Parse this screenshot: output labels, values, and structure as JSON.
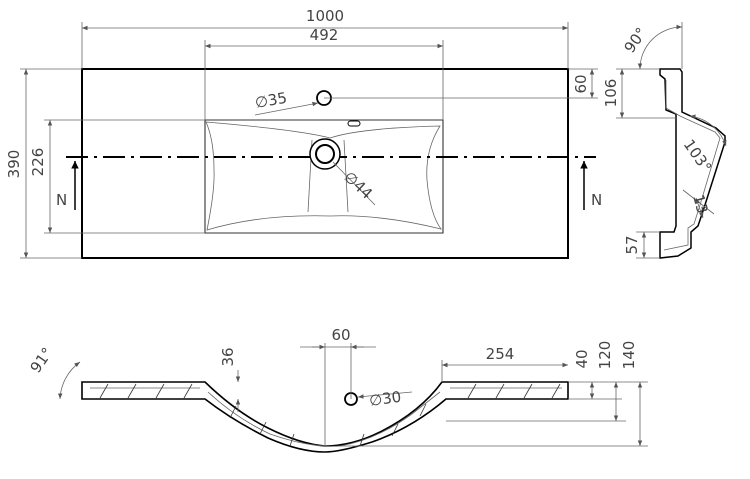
{
  "top_view": {
    "dim_width": "1000",
    "dim_bowl_width": "492",
    "dim_depth": "390",
    "dim_bowl_depth": "226",
    "dim_tap_offset": "60",
    "tap_hole": "35",
    "drain_hole": "44",
    "section_left": "N",
    "section_right": "N"
  },
  "side_section": {
    "angle_top": "90°",
    "dim_106": "106",
    "angle_103": "103°",
    "dim_13": "13",
    "dim_57": "57"
  },
  "front_section": {
    "angle_left": "91°",
    "dim_36": "36",
    "dim_60": "60",
    "dim_254": "254",
    "dim_40": "40",
    "dim_120": "120",
    "dim_140": "140",
    "overflow_hole": "30"
  }
}
